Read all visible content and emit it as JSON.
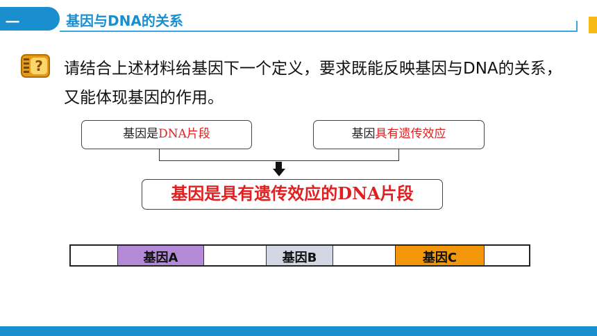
{
  "header": {
    "badge": "一",
    "title": "基因与DNA的关系"
  },
  "question": {
    "icon": "question-notebook-icon",
    "text": "请结合上述材料给基因下一个定义，要求既能反映基因与DNA的关系，又能体现基因的作用。"
  },
  "box_left": {
    "prefix": "基因是",
    "highlight": "DNA片段"
  },
  "box_right": {
    "prefix": "基因",
    "highlight": "具有遗传效应"
  },
  "result": {
    "text": "基因是具有遗传效应的DNA片段"
  },
  "strip": {
    "segments": [
      {
        "label": "",
        "color": "#ffffff"
      },
      {
        "label": "基因A",
        "color": "#b48ad8"
      },
      {
        "label": "",
        "color": "#ffffff"
      },
      {
        "label": "基因B",
        "color": "#d3d7e3"
      },
      {
        "label": "",
        "color": "#ffffff"
      },
      {
        "label": "基因C",
        "color": "#f2960a"
      },
      {
        "label": "",
        "color": "#ffffff"
      }
    ]
  },
  "colors": {
    "accent": "#1a8fd0",
    "highlight_red": "#e02020"
  }
}
